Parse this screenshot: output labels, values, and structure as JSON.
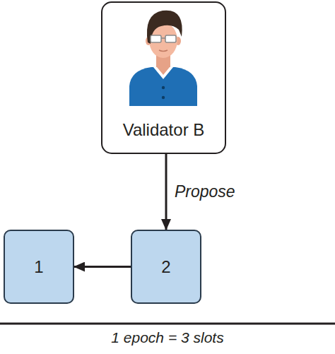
{
  "diagram": {
    "nodes": [
      {
        "text": [
          "Validator B"
        ]
      },
      {
        "text": [
          "1"
        ]
      },
      {
        "text": [
          "2"
        ]
      }
    ],
    "edges": [
      {
        "from": 0,
        "to": 2,
        "arrow": "to",
        "label": "Propose"
      },
      {
        "from": 2,
        "to": 1,
        "arrow": "to"
      }
    ],
    "labels": [
      "1 epoch = 3 slots"
    ]
  }
}
